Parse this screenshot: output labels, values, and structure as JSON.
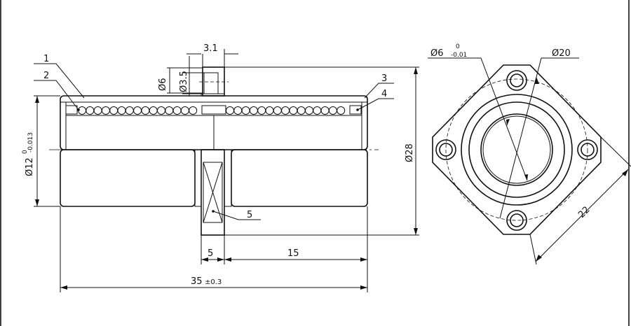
{
  "drawing": {
    "side_view": {
      "dimensions": {
        "boss_width": "3.1",
        "boss_dia": "Ø6",
        "boss_hole_dia": "Ø3.5",
        "outer_dia": "Ø12",
        "outer_dia_tol_upper": "0",
        "outer_dia_tol_lower": "-0.013",
        "flange_dia": "Ø28",
        "flange_width": "5",
        "flange_offset": "15",
        "overall_length": "35",
        "overall_length_tol": "±0.3"
      },
      "balloons": [
        "1",
        "2",
        "3",
        "4",
        "5"
      ]
    },
    "end_view": {
      "dimensions": {
        "bore_dia": "Ø6",
        "bore_tol_upper": "0",
        "bore_tol_lower": "-0.01",
        "pcd": "Ø20",
        "flange_across": "22"
      }
    }
  }
}
